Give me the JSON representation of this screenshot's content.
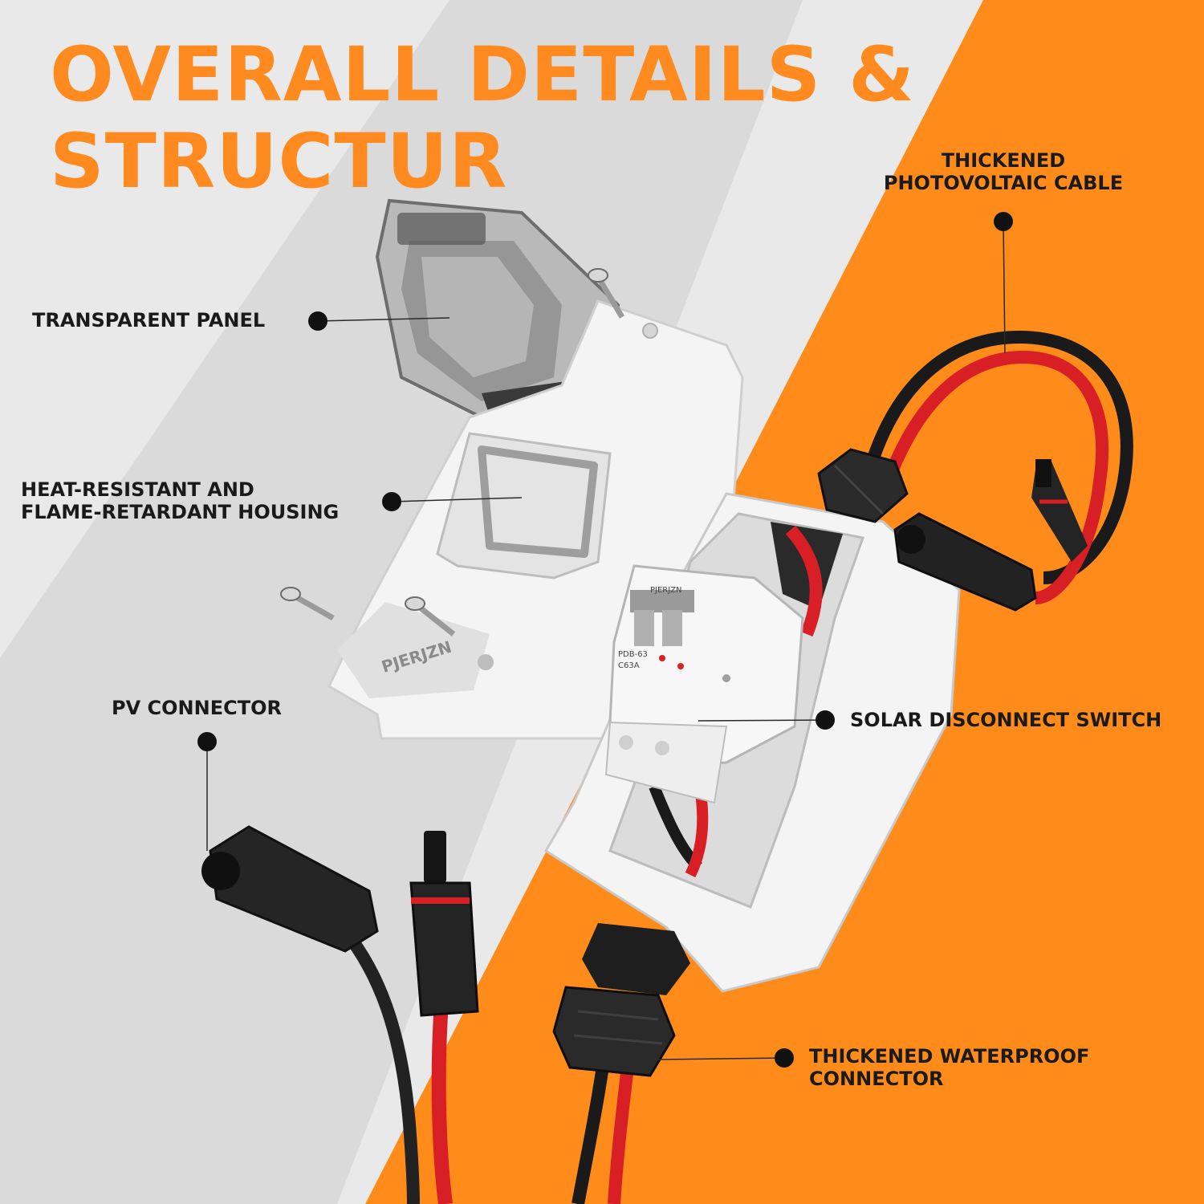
{
  "title": {
    "line1": "OVERALL DETAILS &",
    "line2": "STRUCTUR"
  },
  "callouts": {
    "transparent_panel": {
      "text": "TRANSPARENT PANEL"
    },
    "housing": {
      "line1": "HEAT-RESISTANT AND",
      "line2": "FLAME-RETARDANT HOUSING"
    },
    "pv_connector": {
      "text": "PV CONNECTOR"
    },
    "cable": {
      "line1": "THICKENED",
      "line2": "PHOTOVOLTAIC CABLE"
    },
    "switch": {
      "text": "SOLAR DISCONNECT SWITCH"
    },
    "waterproof": {
      "line1": "THICKENED WATERPROOF",
      "line2": "CONNECTOR"
    }
  },
  "product": {
    "brand": "PJERJZN",
    "breaker_model": "PDB-63",
    "breaker_rating": "C63A",
    "breaker_brand": "PJERJZN"
  },
  "colors": {
    "accent": "#ff8a1f",
    "background_light": "#e6e6e6",
    "background_orange": "#ff8c1a",
    "cable_red": "#d81f26",
    "cable_black": "#1a1a1a",
    "housing_white": "#f2f2f2"
  }
}
